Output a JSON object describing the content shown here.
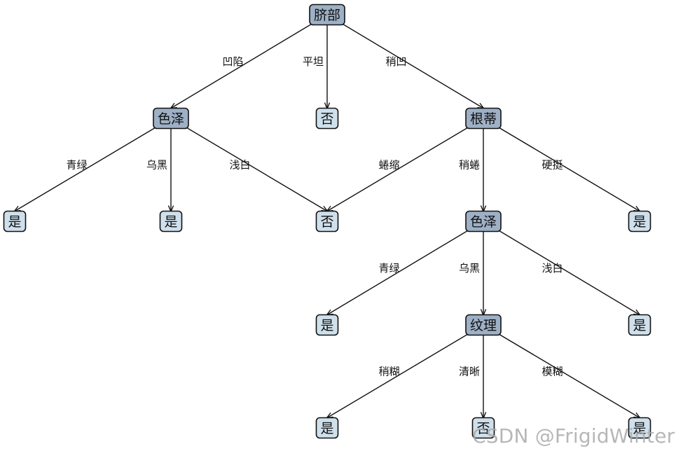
{
  "diagram": {
    "nodes": [
      {
        "id": "n1",
        "label": "脐部",
        "kind": "internal"
      },
      {
        "id": "n2",
        "label": "色泽",
        "kind": "internal"
      },
      {
        "id": "n3",
        "label": "否",
        "kind": "leaf"
      },
      {
        "id": "n4",
        "label": "根蒂",
        "kind": "internal"
      },
      {
        "id": "n5",
        "label": "是",
        "kind": "leaf"
      },
      {
        "id": "n6",
        "label": "是",
        "kind": "leaf"
      },
      {
        "id": "n7",
        "label": "否",
        "kind": "leaf"
      },
      {
        "id": "n8",
        "label": "色泽",
        "kind": "internal"
      },
      {
        "id": "n9",
        "label": "是",
        "kind": "leaf"
      },
      {
        "id": "n10",
        "label": "是",
        "kind": "leaf"
      },
      {
        "id": "n11",
        "label": "纹理",
        "kind": "internal"
      },
      {
        "id": "n12",
        "label": "是",
        "kind": "leaf"
      },
      {
        "id": "n13",
        "label": "是",
        "kind": "leaf"
      },
      {
        "id": "n14",
        "label": "否",
        "kind": "leaf"
      },
      {
        "id": "n15",
        "label": "是",
        "kind": "leaf"
      }
    ],
    "edges": [
      {
        "from": "n1",
        "to": "n2",
        "label": "凹陷"
      },
      {
        "from": "n1",
        "to": "n3",
        "label": "平坦"
      },
      {
        "from": "n1",
        "to": "n4",
        "label": "稍凹"
      },
      {
        "from": "n2",
        "to": "n5",
        "label": "青绿"
      },
      {
        "from": "n2",
        "to": "n6",
        "label": "乌黑"
      },
      {
        "from": "n2",
        "to": "n7",
        "label": "浅白"
      },
      {
        "from": "n4",
        "to": "n7",
        "label": "蜷缩"
      },
      {
        "from": "n4",
        "to": "n8",
        "label": "稍蜷"
      },
      {
        "from": "n4",
        "to": "n9",
        "label": "硬挺"
      },
      {
        "from": "n8",
        "to": "n10",
        "label": "青绿"
      },
      {
        "from": "n8",
        "to": "n11",
        "label": "乌黑"
      },
      {
        "from": "n8",
        "to": "n12",
        "label": "浅白"
      },
      {
        "from": "n11",
        "to": "n13",
        "label": "稍糊"
      },
      {
        "from": "n11",
        "to": "n14",
        "label": "清晰"
      },
      {
        "from": "n11",
        "to": "n15",
        "label": "模糊"
      }
    ]
  },
  "watermark": "CSDN @FrigidWinter",
  "colors": {
    "internal_fill": "#9eb0c6",
    "leaf_fill": "#cfe0ec",
    "stroke": "#111111"
  }
}
